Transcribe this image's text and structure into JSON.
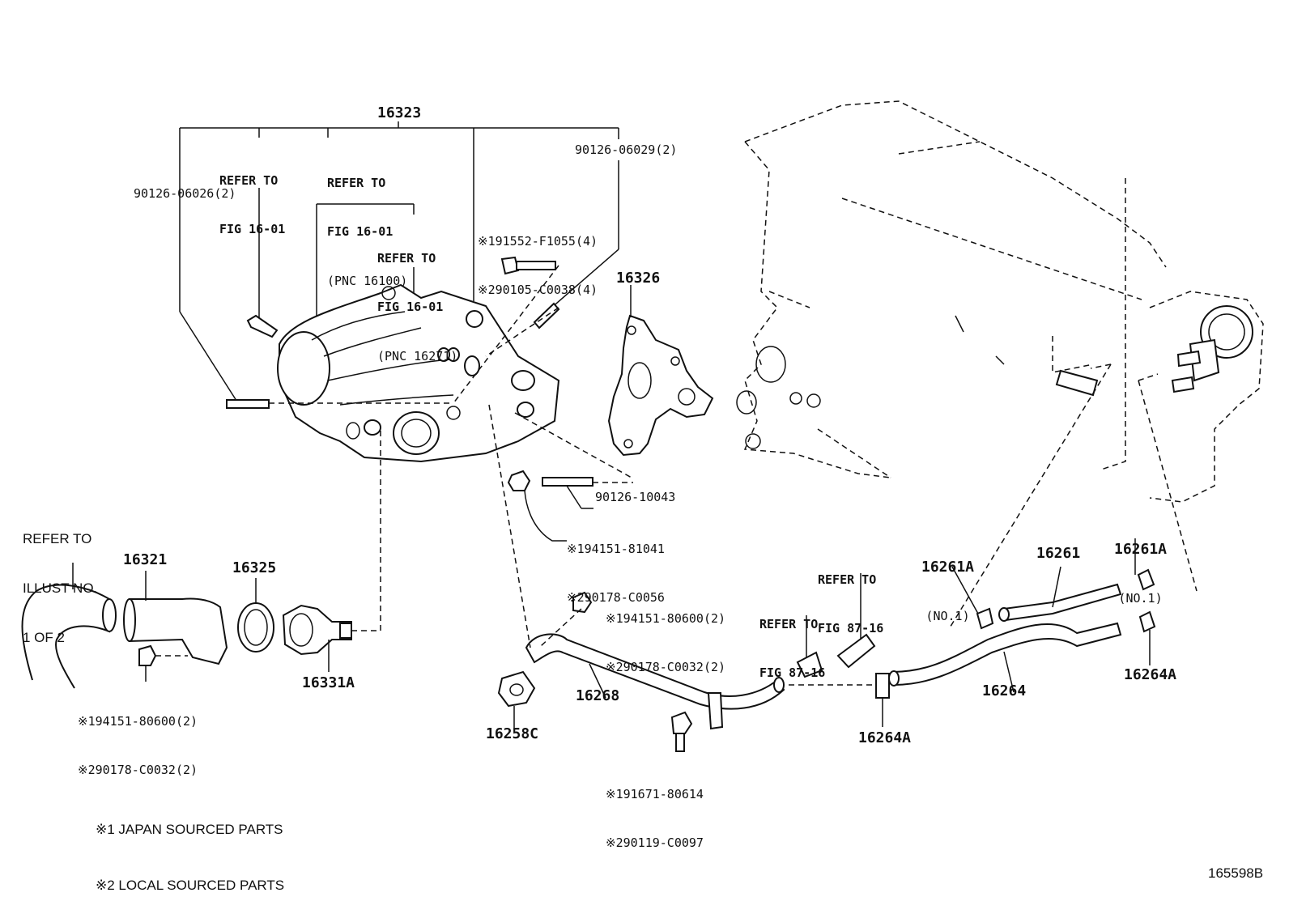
{
  "diagram": {
    "callouts": {
      "c16323": "16323",
      "refer1": [
        "REFER TO",
        "FIG 16-01"
      ],
      "refer2": [
        "REFER TO",
        "FIG 16-01",
        "(PNC 16100)"
      ],
      "refer3": [
        "REFER TO",
        "FIG 16-01",
        "(PNC 16271)"
      ],
      "bolt_left": "90126-06026(2)",
      "bolt_right": "90126-06029(2)",
      "fastener_a": [
        "※191552-F1055(4)",
        "※290105-C0038(4)"
      ],
      "c16326": "16326",
      "stud": "90126-10043",
      "nut_a": [
        "※194151-81041",
        "※290178-C0056"
      ],
      "refer_illust": [
        "REFER TO",
        "ILLUST NO.",
        "1 OF 2"
      ],
      "c16321": "16321",
      "c16325": "16325",
      "c16331a": "16331A",
      "nut_b": [
        "※194151-80600(2)",
        "※290178-C0032(2)"
      ],
      "nut_c": [
        "※194151-80600(2)",
        "※290178-C0032(2)"
      ],
      "c16268": "16268",
      "c16258c": "16258C",
      "bolt_c": [
        "※191671-80614",
        "※290119-C0097"
      ],
      "refer_87a": [
        "REFER TO",
        "FIG 87-16"
      ],
      "refer_87b": [
        "REFER TO",
        "FIG 87-16"
      ],
      "c16264a_mid": "16264A",
      "c16261a_left": [
        "16261A",
        "(NO.1)"
      ],
      "c16261": "16261",
      "c16261a_right": [
        "16261A",
        "(NO.1)"
      ],
      "c16264": "16264",
      "c16264a_right": "16264A"
    },
    "legend": [
      "※1 JAPAN SOURCED PARTS",
      "※2 LOCAL SOURCED PARTS"
    ],
    "figure_id": "165598B"
  }
}
